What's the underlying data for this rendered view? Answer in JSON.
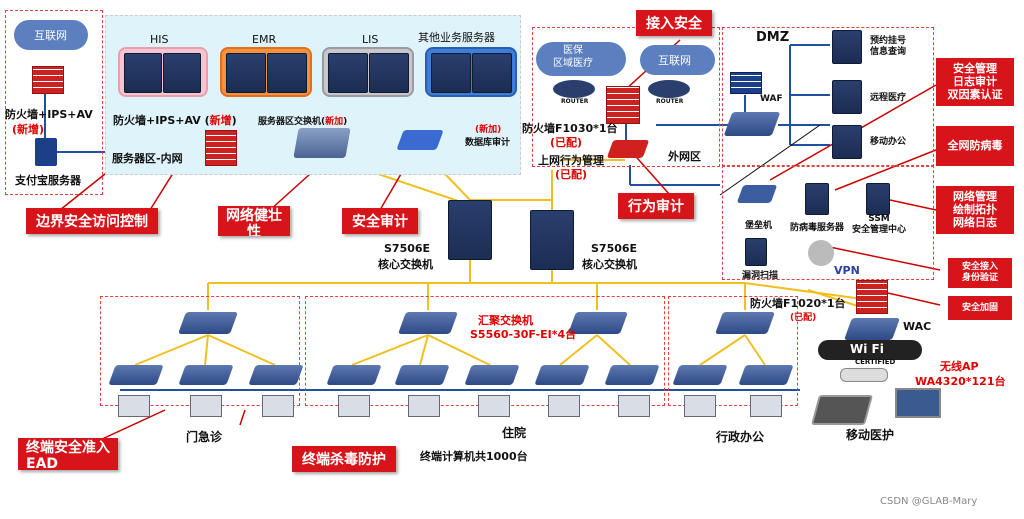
{
  "internet_left": "互联网",
  "fw_left": {
    "text": "防火墙+IPS+AV",
    "tag": "(新增)"
  },
  "alipay_server": "支付宝服务器",
  "servers": {
    "his": "HIS",
    "emr": "EMR",
    "lis": "LIS",
    "other": "其他业务服务器"
  },
  "server_fw": {
    "text": "防火墙+IPS+AV (",
    "tag": "新增",
    "close": ")"
  },
  "server_switch": {
    "text": "服务器区交换机(",
    "tag": "新加",
    "close": ")"
  },
  "db_audit": {
    "tag": "(新加)",
    "text": "数据库审计"
  },
  "server_zone": "服务器区-内网",
  "medical_insurance": "医保\n区域医疗",
  "internet_right": "互联网",
  "router1": "ROUTER",
  "router2": "ROUTER",
  "fw_f1030": {
    "text": "防火墙F1030*1台",
    "tag": "(已配)"
  },
  "behavior_mgmt": {
    "text": "上网行为管理",
    "tag": "(已配)"
  },
  "outer_zone": "外网区",
  "dmz": "DMZ",
  "waf": "WAF",
  "dmz_items": [
    "预约挂号\n信息查询",
    "远程医疗",
    "移动办公"
  ],
  "mgmt_items": {
    "bastion": "堡垒机",
    "antivirus": "防病毒服务器",
    "ssm": "SSM\n安全管理中心",
    "scan": "漏洞扫描"
  },
  "vpn": "VPN",
  "fw_f1020": {
    "text": "防火墙F1020*1台",
    "tag": "(已配)"
  },
  "wac": "WAC",
  "wifi": "Wi Fi",
  "wifi_cert": "CERTIFIED",
  "core1": {
    "model": "S7506E",
    "name": "核心交换机"
  },
  "core2": {
    "model": "S7506E",
    "name": "核心交换机"
  },
  "agg_switch": {
    "name": "汇聚交换机",
    "model": "S5560-30F-EI*4台"
  },
  "ap": {
    "name": "无线AP",
    "model": "WA4320*121台"
  },
  "areas": [
    "门急诊",
    "住院",
    "行政办公",
    "移动医护"
  ],
  "terminal_count": "终端计算机共1000台",
  "callouts": {
    "access_security": "接入安全",
    "border_control": "边界安全访问控制",
    "network_robust": "网络健壮\n性",
    "security_audit": "安全审计",
    "behavior_audit": "行为审计",
    "terminal_access": "终端安全准入\nEAD",
    "terminal_antivirus": "终端杀毒防护",
    "mgmt_log": "安全管理\n日志审计\n双因素认证",
    "network_antivirus": "全网防病毒",
    "topology": "网络管理\n绘制拓扑\n网络日志",
    "secure_access": "安全接入\n身份验证",
    "secure_reinforce": "安全加固"
  },
  "watermark": "CSDN @GLAB-Mary",
  "colors": {
    "callout": "#d7141a",
    "line": "#f0c020",
    "zone_border": "#e04040",
    "server_bg": "#dff3fb"
  }
}
